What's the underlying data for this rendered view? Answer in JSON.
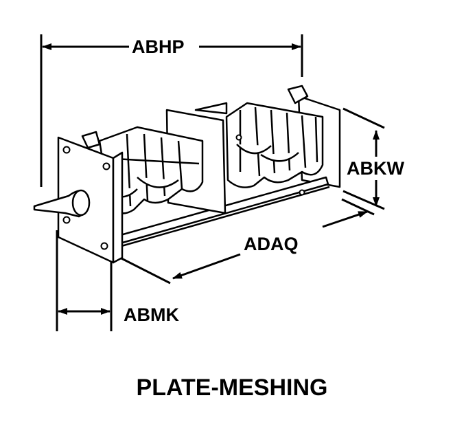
{
  "title": "PLATE-MESHING",
  "dimensions": {
    "overall_length": "ABHP",
    "height": "ABKW",
    "body_length": "ADAQ",
    "shaft_offset": "ABMK"
  },
  "colors": {
    "line": "#000000",
    "background": "#ffffff"
  }
}
